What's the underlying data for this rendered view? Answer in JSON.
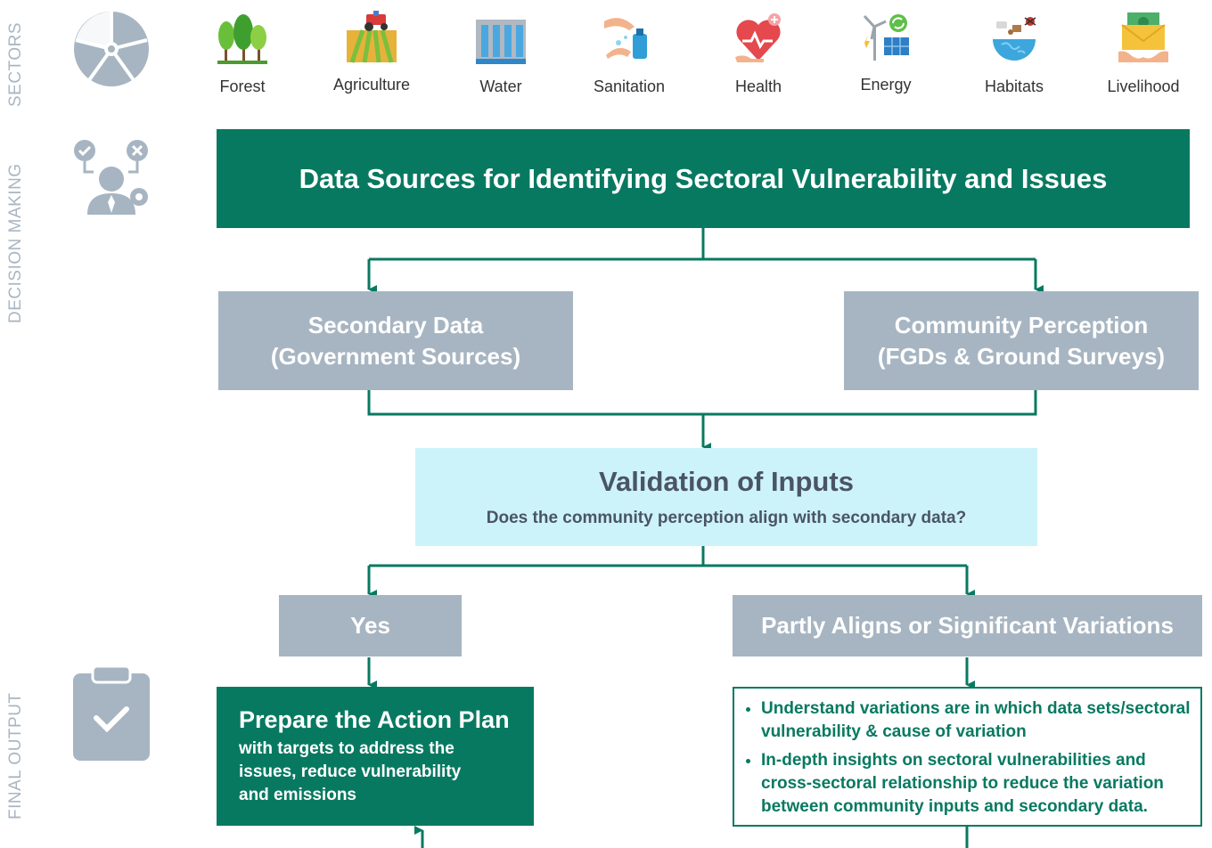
{
  "side_labels": {
    "sectors": "SECTORS",
    "decision_making": "DECISION MAKING",
    "final_output": "FINAL OUTPUT"
  },
  "sectors": [
    {
      "label": "Forest",
      "icon": "forest-icon"
    },
    {
      "label": "Agriculture",
      "icon": "agriculture-icon"
    },
    {
      "label": "Water",
      "icon": "water-icon"
    },
    {
      "label": "Sanitation",
      "icon": "sanitation-icon"
    },
    {
      "label": "Health",
      "icon": "health-icon"
    },
    {
      "label": "Energy",
      "icon": "energy-icon"
    },
    {
      "label": "Habitats",
      "icon": "habitats-icon"
    },
    {
      "label": "Livelihood",
      "icon": "livelihood-icon"
    }
  ],
  "flow": {
    "title": "Data Sources for Identifying Sectoral Vulnerability and Issues",
    "secondary": {
      "line1": "Secondary Data",
      "line2": "(Government Sources)"
    },
    "community": {
      "line1": "Community Perception",
      "line2": "(FGDs & Ground Surveys)"
    },
    "validation": {
      "title": "Validation of Inputs",
      "question": "Does the community perception align with secondary data?"
    },
    "yes": "Yes",
    "partly": "Partly Aligns or Significant Variations",
    "action_plan": {
      "title": "Prepare the Action Plan",
      "detail": "with targets to address the issues, reduce vulnerability and emissions"
    },
    "outcomes": [
      "Understand variations are in which data sets/sectoral vulnerability & cause of variation",
      "In-depth insights on sectoral vulnerabilities and cross-sectoral relationship to reduce the variation between community inputs and secondary data."
    ]
  },
  "colors": {
    "primary": "#087961",
    "grey": "#a7b5c2",
    "cyan": "#cdf3fa",
    "side_text": "#aab6c2"
  }
}
